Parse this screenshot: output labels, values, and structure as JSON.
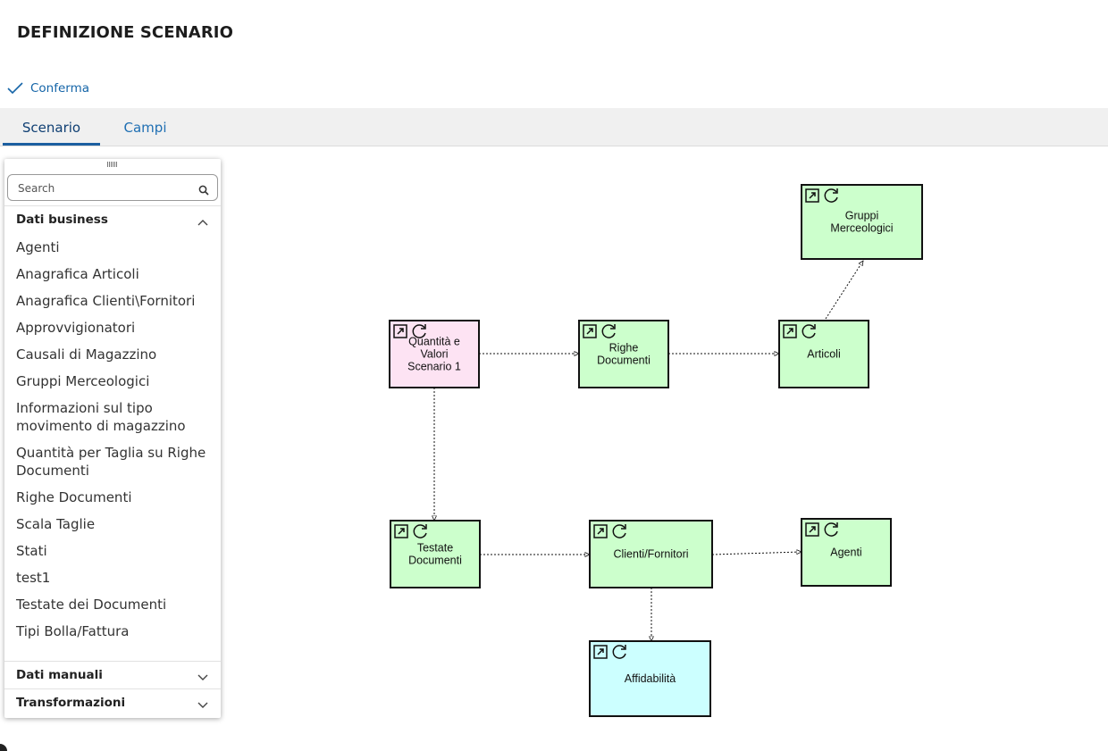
{
  "header": {
    "title": "DEFINIZIONE SCENARIO"
  },
  "toolbar": {
    "confirm_label": "Conferma",
    "confirm_icon": "check-icon"
  },
  "tabs": [
    {
      "label": "Scenario",
      "active": true
    },
    {
      "label": "Campi",
      "active": false
    }
  ],
  "palette": {
    "search_placeholder": "Search",
    "sections": [
      {
        "title": "Dati business",
        "expanded": true,
        "items": [
          "Agenti",
          "Anagrafica Articoli",
          "Anagrafica Clienti\\Fornitori",
          "Approvvigionatori",
          "Causali di Magazzino",
          "Gruppi Merceologici",
          "Informazioni sul tipo movimento di magazzino",
          "Quantità per Taglia su Righe Documenti",
          "Righe Documenti",
          "Scala Taglie",
          "Stati",
          "test1",
          "Testate dei Documenti",
          "Tipi Bolla/Fattura"
        ]
      },
      {
        "title": "Dati manuali",
        "expanded": false
      },
      {
        "title": "Transformazioni",
        "expanded": false
      }
    ]
  },
  "diagram": {
    "colors": {
      "pink": "#fde3f3",
      "green": "#ccffcc",
      "cyan": "#ccffff",
      "border": "#111111"
    },
    "nodes": [
      {
        "id": "quantita",
        "lines": [
          "Quantità e",
          "Valori",
          "Scenario 1"
        ],
        "color": "pink"
      },
      {
        "id": "righe",
        "lines": [
          "Righe",
          "Documenti"
        ],
        "color": "green"
      },
      {
        "id": "articoli",
        "lines": [
          "Articoli"
        ],
        "color": "green"
      },
      {
        "id": "gruppi",
        "lines": [
          "Gruppi",
          "Merceologici"
        ],
        "color": "green"
      },
      {
        "id": "testate",
        "lines": [
          "Testate",
          "Documenti"
        ],
        "color": "green"
      },
      {
        "id": "clienti",
        "lines": [
          "Clienti/Fornitori"
        ],
        "color": "green"
      },
      {
        "id": "agenti",
        "lines": [
          "Agenti"
        ],
        "color": "green"
      },
      {
        "id": "affidabilita",
        "lines": [
          "Affidabilità"
        ],
        "color": "cyan"
      }
    ],
    "edges": [
      {
        "from": "quantita",
        "to": "righe"
      },
      {
        "from": "righe",
        "to": "articoli"
      },
      {
        "from": "articoli",
        "to": "gruppi"
      },
      {
        "from": "quantita",
        "to": "testate"
      },
      {
        "from": "testate",
        "to": "clienti"
      },
      {
        "from": "clienti",
        "to": "agenti"
      },
      {
        "from": "clienti",
        "to": "affidabilita"
      }
    ]
  }
}
